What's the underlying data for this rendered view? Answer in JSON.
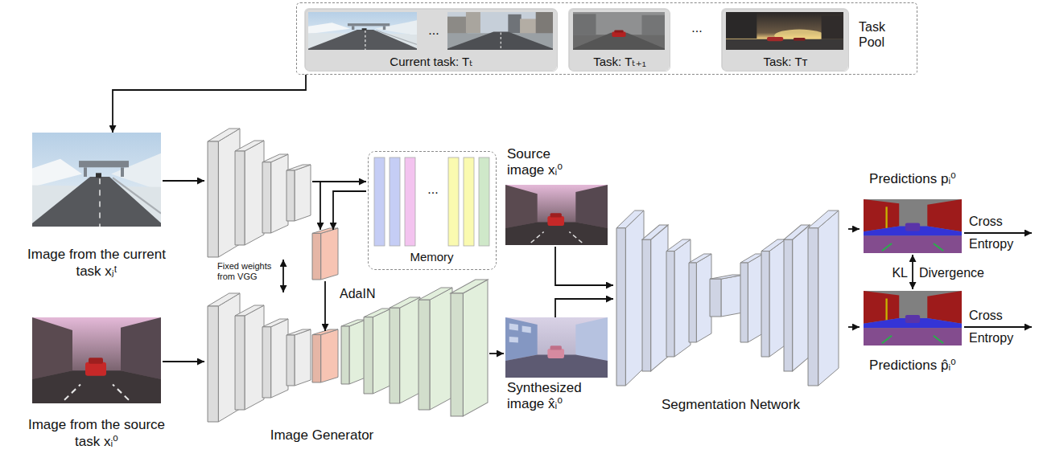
{
  "diagram": {
    "nodes": [
      {
        "text": [
          "Task Pool"
        ]
      },
      {
        "text": [
          "Current task: Tₜ",
          "..."
        ],
        "in": 0
      },
      {
        "text": [
          "Task: Tₜ₊₁"
        ],
        "in": 0
      },
      {
        "text": [
          "Task: Tᴛ"
        ],
        "in": 0
      },
      {
        "text": [
          "Image from the current task xⱼᵗ"
        ]
      },
      {
        "text": [
          "Image from the source task xᵢ⁰"
        ]
      },
      {
        "text": [
          "...",
          "Memory"
        ]
      },
      {
        "text": [
          "Source image xᵢ⁰"
        ]
      },
      {
        "text": [
          "Synthesized image x̂ᵢ⁰"
        ]
      },
      {
        "text": [
          "Segmentation Network"
        ]
      },
      {
        "text": [
          "Predictions pᵢ⁰"
        ]
      },
      {
        "text": [
          "Predictions p̂ᵢ⁰"
        ]
      }
    ],
    "edges": [
      {
        "from": 0,
        "to": 4,
        "arrow": "to"
      },
      {
        "from": 7,
        "to": 9,
        "arrow": "to"
      },
      {
        "from": 8,
        "to": 9,
        "arrow": "to"
      },
      {
        "from": 9,
        "to": 10,
        "arrow": "to"
      },
      {
        "from": 9,
        "to": 11,
        "arrow": "to"
      },
      {
        "from": 10,
        "to": 11,
        "arrow": "both"
      }
    ],
    "labels": [
      "...",
      "Fixed weights from VGG",
      "AdaIN",
      "Image Generator",
      "Cross Entropy",
      "KL",
      "Divergence",
      "Cross Entropy"
    ]
  }
}
